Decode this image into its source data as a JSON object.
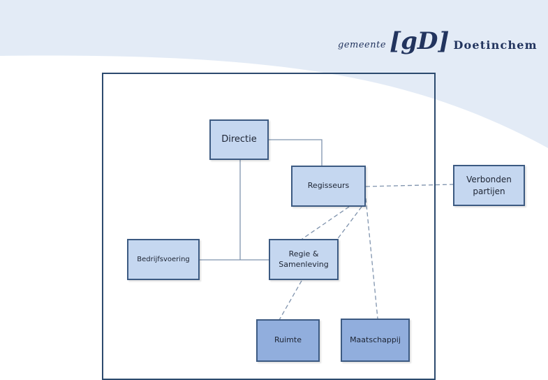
{
  "logo": {
    "prefix": "gemeente",
    "mark": "[gD]",
    "city": "Doetinchem"
  },
  "nodes": {
    "directie": "Directie",
    "regisseurs": "Regisseurs",
    "verbonden_partijen_line1": "Verbonden",
    "verbonden_partijen_line2": "partijen",
    "bedrijfsvoering": "Bedrijfsvoering",
    "regie_line1": "Regie &",
    "regie_line2": "Samenleving",
    "ruimte": "Ruimte",
    "maatschappij": "Maatschappij"
  },
  "colors": {
    "box_fill": "#c5d7f0",
    "box_fill_dark": "#91aedd",
    "box_border": "#3c5a82",
    "frame_border": "#2c4a6e",
    "connector": "#7f93ad",
    "swoosh": "#e3ebf6"
  }
}
